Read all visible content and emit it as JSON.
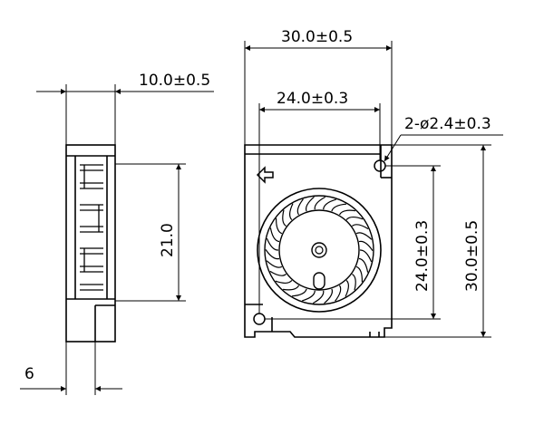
{
  "side_view": {
    "thickness_label": "10.0±0.5",
    "height_label": "21.0",
    "outlet_width_label": "6"
  },
  "front_view": {
    "overall_width_label": "30.0±0.5",
    "hole_spacing_h_label": "24.0±0.3",
    "holes_label": "2-ø2.4±0.3",
    "hole_spacing_v_label": "24.0±0.3",
    "overall_height_label": "30.0±0.5"
  },
  "impeller": {
    "blade_count": 30
  },
  "colors": {
    "line": "#000000",
    "background": "#ffffff"
  }
}
